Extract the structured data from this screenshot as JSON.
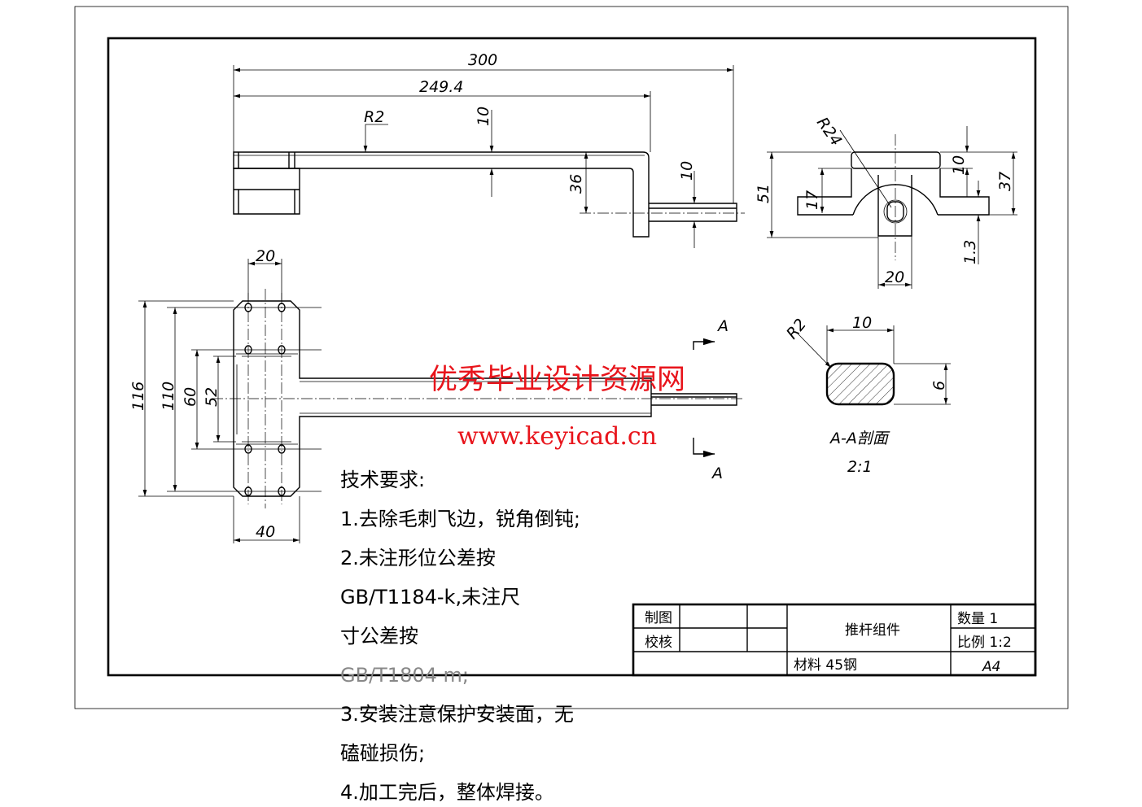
{
  "title_block": {
    "drawn_label": "制图",
    "checked_label": "校核",
    "part_name": "推杆组件",
    "quantity": "数量 1",
    "scale": "比例 1:2",
    "material": "材料 45钢",
    "sheet_size": "A4"
  },
  "dimensions": {
    "front": {
      "overall": "300",
      "length": "249.4",
      "radius": "R2",
      "thickness": "10",
      "drop": "36",
      "pin": "10"
    },
    "side": {
      "radius": "R24",
      "height": "51",
      "mid": "17",
      "top": "10",
      "flange": "37",
      "offset": "1.3",
      "tab_width": "20"
    },
    "plan": {
      "hole_pitch": "20",
      "plate_width": "40",
      "h116": "116",
      "h110": "110",
      "h60": "60",
      "h52": "52"
    },
    "section": {
      "label_top": "A",
      "label_bottom": "A",
      "width": "10",
      "height": "6",
      "radius": "R2",
      "title": "A-A剖面",
      "scale": "2:1"
    }
  },
  "requirements": [
    "技术要求:",
    "1.去除毛刺飞边，锐角倒钝;",
    "2.未注形位公差按",
    "GB/T1184-k,未注尺",
    "寸公差按",
    "GB/T1804  m;",
    "3.安装注意保护安装面，无",
    "磕碰损伤;",
    "4.加工完后，整体焊接。"
  ],
  "watermark": {
    "cn": "优秀毕业设计资源网",
    "url": "www.keyicad.cn"
  },
  "colors": {
    "watermark": "#e8141b",
    "line": "#000000"
  }
}
